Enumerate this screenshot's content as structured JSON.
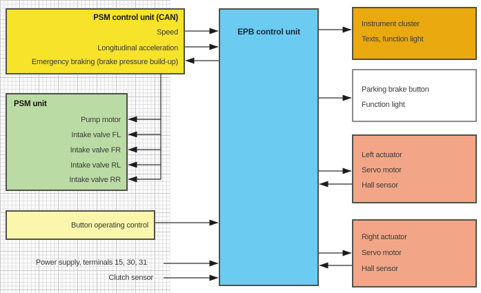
{
  "boxes": {
    "psm_control_unit": {
      "title": "PSM control unit (CAN)",
      "signals": [
        "Speed",
        "Longitudinal acceleration",
        "Emergency braking (brake pressure build-up)"
      ]
    },
    "psm_unit": {
      "title": "PSM unit",
      "signals": [
        "Pump motor",
        "Intake valve FL",
        "Intake valve FR",
        "Intake valve RL",
        "Intake valve RR"
      ]
    },
    "button_operating_control": {
      "label": "Button operating control"
    },
    "epb_control_unit": {
      "title": "EPB control unit"
    },
    "instrument_cluster": {
      "lines": [
        "Instrument cluster",
        "Texts, function light"
      ]
    },
    "parking_brake_button": {
      "lines": [
        "Parking brake button",
        "Function light"
      ]
    },
    "left_actuator": {
      "lines": [
        "Left actuator",
        "Servo motor",
        "Hall sensor"
      ]
    },
    "right_actuator": {
      "lines": [
        "Right actuator",
        "Servo motor",
        "Hall sensor"
      ]
    }
  },
  "floating_labels": {
    "power_supply": "Power supply, terminals 15, 30, 31",
    "clutch_sensor": "Clutch sensor"
  },
  "colors": {
    "psm_control_unit": "#f6e32a",
    "psm_unit": "#bbdba4",
    "button_operating_control": "#faf6ab",
    "epb_control_unit": "#6bcbf0",
    "instrument_cluster": "#e9a90f",
    "parking_brake_button": "#ffffff",
    "actuator": "#f3a687",
    "wire": "#2b2b2b",
    "grid_line": "#e1e1e1"
  }
}
